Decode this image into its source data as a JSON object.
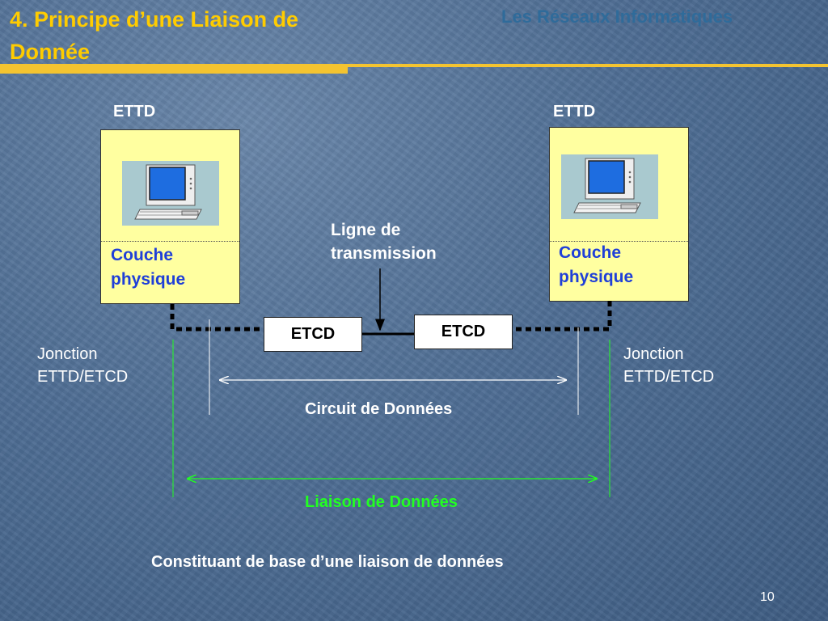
{
  "header": {
    "title": "4. Principe d’une Liaison de Donnée",
    "subtitle": "Les Réseaux Informatiques"
  },
  "left_station": {
    "label": "ETTD",
    "layer": "Couche physique",
    "junction": "Jonction ETTD/ETCD",
    "icon": "computer-icon"
  },
  "right_station": {
    "label": "ETTD",
    "layer": "Couche physique",
    "junction": "Jonction ETTD/ETCD",
    "icon": "computer-icon"
  },
  "etcd_left": "ETCD",
  "etcd_right": "ETCD",
  "transmission_line": "Ligne de transmission",
  "circuit_label": "Circuit de Données",
  "liaison_label": "Liaison de Données",
  "caption": "Constituant de base d’une liaison de données",
  "page_number": "10",
  "colors": {
    "title": "#ffcc00",
    "layer_text": "#1f3fd8",
    "liaison": "#22ff22",
    "box_fill": "#ffffa0"
  }
}
